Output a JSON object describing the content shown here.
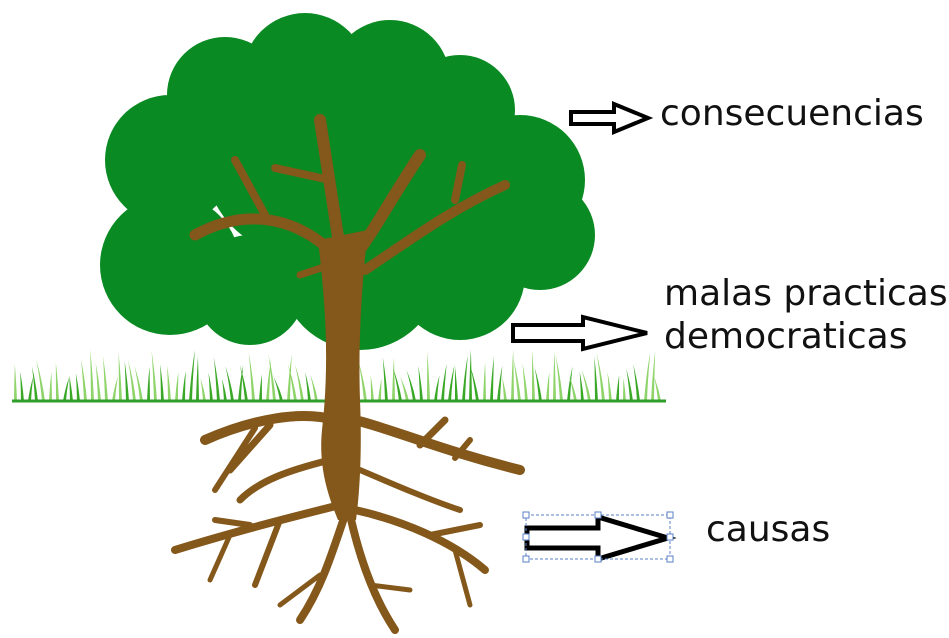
{
  "labels": {
    "top": "consecuencias",
    "middle_line1": "malas practicas",
    "middle_line2": "democraticas",
    "bottom": "causas"
  },
  "colors": {
    "foliage": "#0a8a22",
    "trunk": "#84571a",
    "grass_dark": "#3aa827",
    "grass_light": "#8fd46a",
    "ground_line": "#2f9e2a",
    "arrow_stroke": "#000000",
    "selection": "#5b7fc4"
  },
  "selected_element": "bottom-arrow"
}
